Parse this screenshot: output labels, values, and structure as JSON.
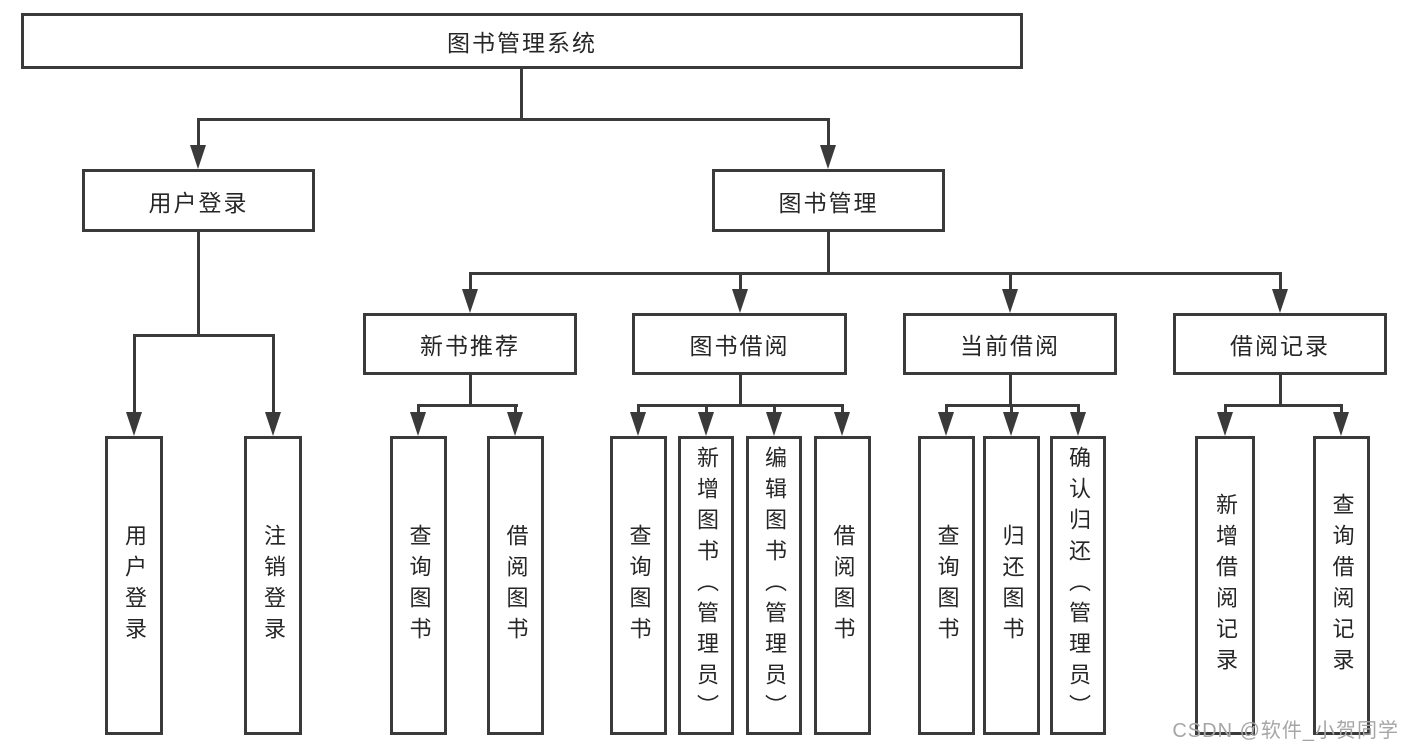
{
  "colors": {
    "line": "#3a3a3a",
    "box_border": "#3a3a3a",
    "text": "#262626",
    "background": "#ffffff",
    "watermark": "#a6a6a6"
  },
  "tree": {
    "label": "图书管理系统",
    "children": [
      {
        "label": "用户登录",
        "children": [
          {
            "label": "用户登录"
          },
          {
            "label": "注销登录"
          }
        ]
      },
      {
        "label": "图书管理",
        "children": [
          {
            "label": "新书推荐",
            "children": [
              {
                "label": "查询图书"
              },
              {
                "label": "借阅图书"
              }
            ]
          },
          {
            "label": "图书借阅",
            "children": [
              {
                "label": "查询图书"
              },
              {
                "label": "新增图书（管理员）"
              },
              {
                "label": "编辑图书（管理员）"
              },
              {
                "label": "借阅图书"
              }
            ]
          },
          {
            "label": "当前借阅",
            "children": [
              {
                "label": "查询图书"
              },
              {
                "label": "归还图书"
              },
              {
                "label": "确认归还（管理员）"
              }
            ]
          },
          {
            "label": "借阅记录",
            "children": [
              {
                "label": "新增借阅记录"
              },
              {
                "label": "查询借阅记录"
              }
            ]
          }
        ]
      }
    ]
  },
  "watermark": {
    "text": "CSDN @软件_小贺同学"
  }
}
